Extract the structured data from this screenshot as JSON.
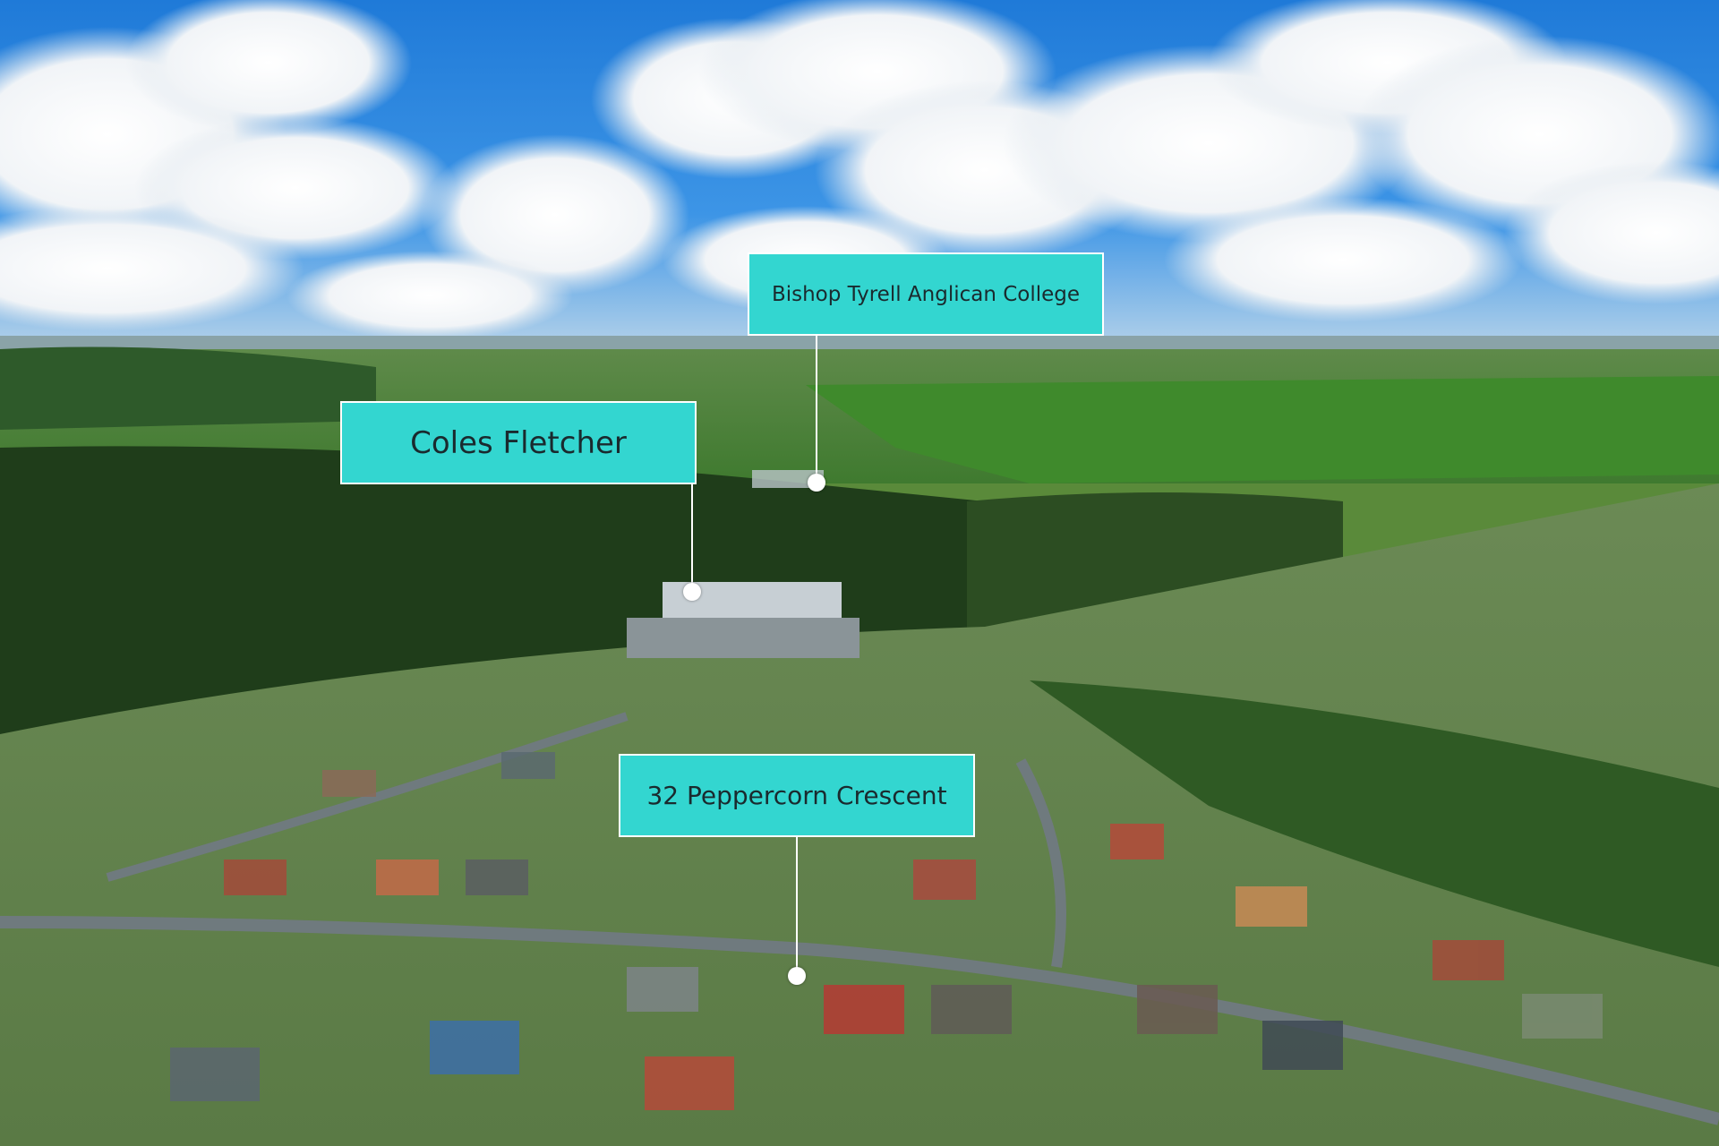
{
  "annotations": {
    "school": {
      "text": "Bishop Tyrell Anglican College"
    },
    "shopping": {
      "text": "Coles Fletcher"
    },
    "property": {
      "text": "32 Peppercorn Crescent"
    }
  },
  "colors": {
    "label_background": "#33d6d0",
    "label_border": "#ffffff",
    "label_text": "#1a2a2e",
    "leader_line": "#ffffff"
  }
}
